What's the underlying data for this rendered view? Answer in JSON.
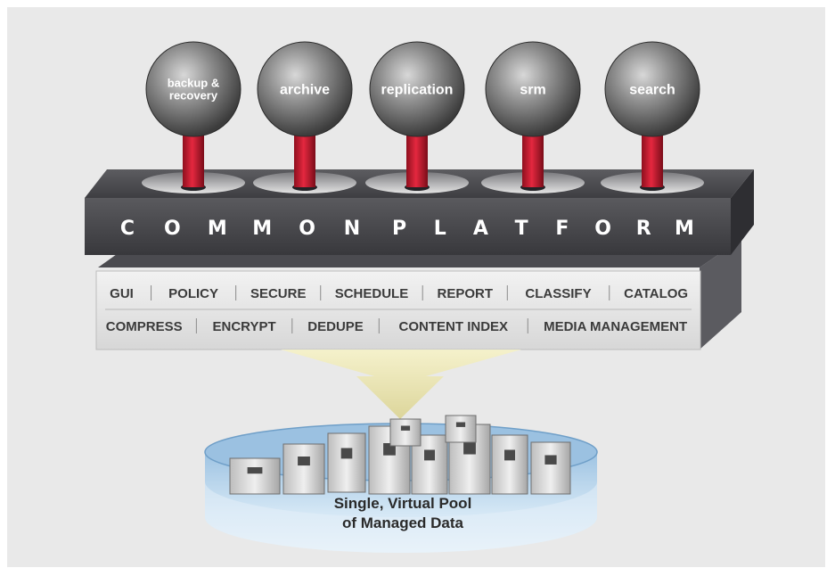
{
  "modules": [
    {
      "id": "backup",
      "lines": [
        "backup &",
        "recovery"
      ]
    },
    {
      "id": "archive",
      "lines": [
        "archive"
      ]
    },
    {
      "id": "replication",
      "lines": [
        "replication"
      ]
    },
    {
      "id": "srm",
      "lines": [
        "srm"
      ]
    },
    {
      "id": "search",
      "lines": [
        "search"
      ]
    }
  ],
  "platform": {
    "label": "COMMON PLATFORM"
  },
  "services": {
    "row1": [
      "GUI",
      "POLICY",
      "SECURE",
      "SCHEDULE",
      "REPORT",
      "CLASSIFY",
      "CATALOG"
    ],
    "row2": [
      "COMPRESS",
      "ENCRYPT",
      "DEDUPE",
      "CONTENT INDEX",
      "MEDIA MANAGEMENT"
    ]
  },
  "pool": {
    "line1": "Single, Virtual Pool",
    "line2": "of Managed Data"
  },
  "colors": {
    "background": "#e9e9e9",
    "platform_bar": "#4a4a4e",
    "services_block": "#e6e6e6",
    "stick": "#c0182c",
    "arrow": "#efeab0",
    "pool": "#b9d6ec"
  }
}
